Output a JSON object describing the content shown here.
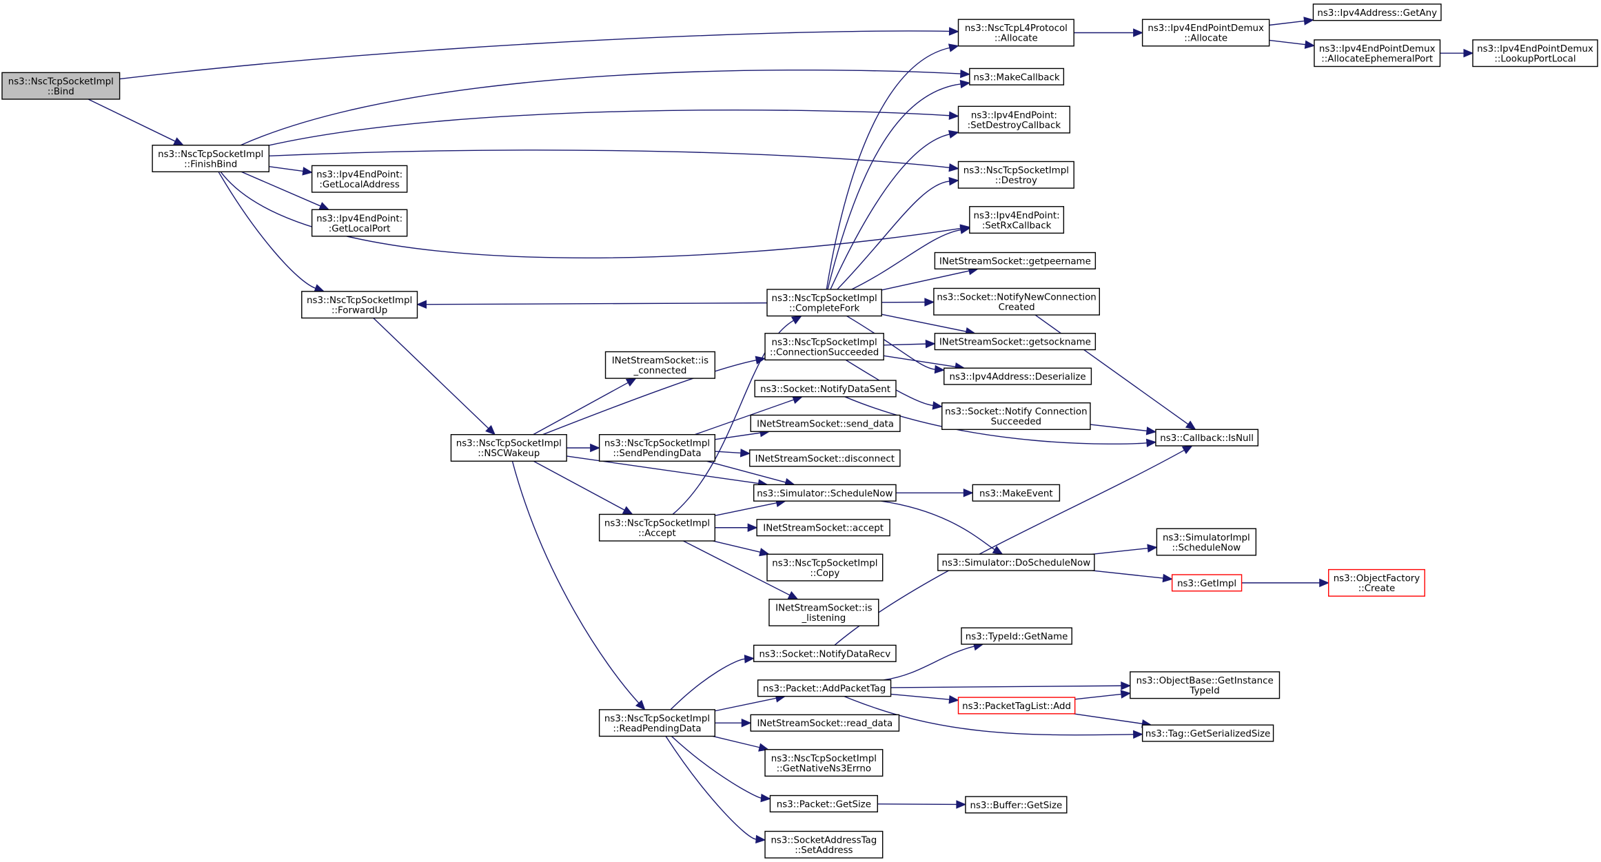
{
  "colors": {
    "edge": "#191970",
    "root_fill": "#bfbfbf",
    "truncated_border": "#ff0000",
    "node_border": "#000000"
  },
  "nodes": [
    {
      "id": "bind",
      "lines": [
        "ns3::NscTcpSocketImpl",
        "::Bind"
      ],
      "style": "root"
    },
    {
      "id": "finishbind",
      "lines": [
        "ns3::NscTcpSocketImpl",
        "::FinishBind"
      ]
    },
    {
      "id": "getlocaladdress",
      "lines": [
        "ns3::Ipv4EndPoint:",
        ":GetLocalAddress"
      ]
    },
    {
      "id": "getlocalport",
      "lines": [
        "ns3::Ipv4EndPoint:",
        ":GetLocalPort"
      ]
    },
    {
      "id": "forwardup",
      "lines": [
        "ns3::NscTcpSocketImpl",
        "::ForwardUp"
      ]
    },
    {
      "id": "nscwakeup",
      "lines": [
        "ns3::NscTcpSocketImpl",
        "::NSCWakeup"
      ]
    },
    {
      "id": "isconnected",
      "lines": [
        "INetStreamSocket::is",
        "_connected"
      ]
    },
    {
      "id": "sendpendingdata",
      "lines": [
        "ns3::NscTcpSocketImpl",
        "::SendPendingData"
      ]
    },
    {
      "id": "accept",
      "lines": [
        "ns3::NscTcpSocketImpl",
        "::Accept"
      ]
    },
    {
      "id": "readpendingdata",
      "lines": [
        "ns3::NscTcpSocketImpl",
        "::ReadPendingData"
      ]
    },
    {
      "id": "completefork",
      "lines": [
        "ns3::NscTcpSocketImpl",
        "::CompleteFork"
      ]
    },
    {
      "id": "connsucceeded",
      "lines": [
        "ns3::NscTcpSocketImpl",
        "::ConnectionSucceeded"
      ]
    },
    {
      "id": "notifydatasent",
      "lines": [
        "ns3::Socket::NotifyDataSent"
      ]
    },
    {
      "id": "senddata",
      "lines": [
        "INetStreamSocket::send_data"
      ]
    },
    {
      "id": "disconnect",
      "lines": [
        "INetStreamSocket::disconnect"
      ]
    },
    {
      "id": "schedulenow",
      "lines": [
        "ns3::Simulator::ScheduleNow"
      ]
    },
    {
      "id": "inetaccept",
      "lines": [
        "INetStreamSocket::accept"
      ]
    },
    {
      "id": "copy",
      "lines": [
        "ns3::NscTcpSocketImpl",
        "::Copy"
      ]
    },
    {
      "id": "islistening",
      "lines": [
        "INetStreamSocket::is",
        "_listening"
      ]
    },
    {
      "id": "notifydatarecv",
      "lines": [
        "ns3::Socket::NotifyDataRecv"
      ]
    },
    {
      "id": "addpackettag",
      "lines": [
        "ns3::Packet::AddPacketTag"
      ]
    },
    {
      "id": "readdata",
      "lines": [
        "INetStreamSocket::read_data"
      ]
    },
    {
      "id": "getnativeerrno",
      "lines": [
        "ns3::NscTcpSocketImpl",
        "::GetNativeNs3Errno"
      ]
    },
    {
      "id": "packetgetsize",
      "lines": [
        "ns3::Packet::GetSize"
      ]
    },
    {
      "id": "setaddress",
      "lines": [
        "ns3::SocketAddressTag",
        "::SetAddress"
      ]
    },
    {
      "id": "l4allocate",
      "lines": [
        "ns3::NscTcpL4Protocol",
        "::Allocate"
      ]
    },
    {
      "id": "makecallback",
      "lines": [
        "ns3::MakeCallback"
      ]
    },
    {
      "id": "setdestroycb",
      "lines": [
        "ns3::Ipv4EndPoint:",
        ":SetDestroyCallback"
      ]
    },
    {
      "id": "destroy",
      "lines": [
        "ns3::NscTcpSocketImpl",
        "::Destroy"
      ]
    },
    {
      "id": "setrxcb",
      "lines": [
        "ns3::Ipv4EndPoint:",
        ":SetRxCallback"
      ]
    },
    {
      "id": "getpeername",
      "lines": [
        "INetStreamSocket::getpeername"
      ]
    },
    {
      "id": "notifynewconn",
      "lines": [
        "ns3::Socket::NotifyNewConnection",
        "Created"
      ]
    },
    {
      "id": "getsockname",
      "lines": [
        "INetStreamSocket::getsockname"
      ]
    },
    {
      "id": "deserialize",
      "lines": [
        "ns3::Ipv4Address::Deserialize"
      ]
    },
    {
      "id": "notifyconnsucceeded",
      "lines": [
        "ns3::Socket::Notify Connection",
        "Succeeded"
      ]
    },
    {
      "id": "makeevent",
      "lines": [
        "ns3::MakeEvent"
      ]
    },
    {
      "id": "doschedulenow",
      "lines": [
        "ns3::Simulator::DoScheduleNow"
      ]
    },
    {
      "id": "gettypename",
      "lines": [
        "ns3::TypeId::GetName"
      ]
    },
    {
      "id": "packettaglistadd",
      "lines": [
        "ns3::PacketTagList::Add"
      ],
      "style": "trunc"
    },
    {
      "id": "buffergetsize",
      "lines": [
        "ns3::Buffer::GetSize"
      ]
    },
    {
      "id": "demuxallocate",
      "lines": [
        "ns3::Ipv4EndPointDemux",
        "::Allocate"
      ]
    },
    {
      "id": "callbackisnull",
      "lines": [
        "ns3::Callback::IsNull"
      ]
    },
    {
      "id": "simimplschedulenow",
      "lines": [
        "ns3::SimulatorImpl",
        "::ScheduleNow"
      ]
    },
    {
      "id": "getimpl",
      "lines": [
        "ns3::GetImpl"
      ],
      "style": "trunc"
    },
    {
      "id": "getinstancetypeid",
      "lines": [
        "ns3::ObjectBase::GetInstance",
        "TypeId"
      ]
    },
    {
      "id": "getserializedsize",
      "lines": [
        "ns3::Tag::GetSerializedSize"
      ]
    },
    {
      "id": "getany",
      "lines": [
        "ns3::Ipv4Address::GetAny"
      ]
    },
    {
      "id": "allocephemeral",
      "lines": [
        "ns3::Ipv4EndPointDemux",
        "::AllocateEphemeralPort"
      ]
    },
    {
      "id": "objectfactorycreate",
      "lines": [
        "ns3::ObjectFactory",
        "::Create"
      ],
      "style": "trunc"
    },
    {
      "id": "lookupportlocal",
      "lines": [
        "ns3::Ipv4EndPointDemux",
        "::LookupPortLocal"
      ]
    }
  ],
  "edges": [
    [
      "bind",
      "l4allocate"
    ],
    [
      "bind",
      "finishbind"
    ],
    [
      "finishbind",
      "makecallback"
    ],
    [
      "finishbind",
      "setdestroycb"
    ],
    [
      "finishbind",
      "destroy"
    ],
    [
      "finishbind",
      "getlocaladdress"
    ],
    [
      "finishbind",
      "getlocalport"
    ],
    [
      "finishbind",
      "setrxcb"
    ],
    [
      "finishbind",
      "forwardup"
    ],
    [
      "forwardup",
      "nscwakeup"
    ],
    [
      "nscwakeup",
      "isconnected"
    ],
    [
      "nscwakeup",
      "connsucceeded"
    ],
    [
      "nscwakeup",
      "sendpendingdata"
    ],
    [
      "nscwakeup",
      "schedulenow"
    ],
    [
      "nscwakeup",
      "accept"
    ],
    [
      "nscwakeup",
      "readpendingdata"
    ],
    [
      "sendpendingdata",
      "notifydatasent"
    ],
    [
      "sendpendingdata",
      "senddata"
    ],
    [
      "sendpendingdata",
      "disconnect"
    ],
    [
      "sendpendingdata",
      "schedulenow"
    ],
    [
      "accept",
      "completefork"
    ],
    [
      "accept",
      "schedulenow"
    ],
    [
      "accept",
      "inetaccept"
    ],
    [
      "accept",
      "copy"
    ],
    [
      "accept",
      "islistening"
    ],
    [
      "completefork",
      "forwardup"
    ],
    [
      "completefork",
      "l4allocate"
    ],
    [
      "completefork",
      "makecallback"
    ],
    [
      "completefork",
      "setdestroycb"
    ],
    [
      "completefork",
      "destroy"
    ],
    [
      "completefork",
      "setrxcb"
    ],
    [
      "completefork",
      "getpeername"
    ],
    [
      "completefork",
      "notifynewconn"
    ],
    [
      "completefork",
      "getsockname"
    ],
    [
      "completefork",
      "deserialize"
    ],
    [
      "connsucceeded",
      "getsockname"
    ],
    [
      "connsucceeded",
      "deserialize"
    ],
    [
      "connsucceeded",
      "notifyconnsucceeded"
    ],
    [
      "notifydatasent",
      "callbackisnull"
    ],
    [
      "notifynewconn",
      "callbackisnull"
    ],
    [
      "notifyconnsucceeded",
      "callbackisnull"
    ],
    [
      "notifydatarecv",
      "callbackisnull"
    ],
    [
      "schedulenow",
      "makeevent"
    ],
    [
      "schedulenow",
      "doschedulenow"
    ],
    [
      "doschedulenow",
      "simimplschedulenow"
    ],
    [
      "doschedulenow",
      "getimpl"
    ],
    [
      "getimpl",
      "objectfactorycreate"
    ],
    [
      "readpendingdata",
      "notifydatarecv"
    ],
    [
      "readpendingdata",
      "addpackettag"
    ],
    [
      "readpendingdata",
      "readdata"
    ],
    [
      "readpendingdata",
      "getnativeerrno"
    ],
    [
      "readpendingdata",
      "packetgetsize"
    ],
    [
      "readpendingdata",
      "setaddress"
    ],
    [
      "addpackettag",
      "gettypename"
    ],
    [
      "addpackettag",
      "getinstancetypeid"
    ],
    [
      "addpackettag",
      "packettaglistadd"
    ],
    [
      "addpackettag",
      "getserializedsize"
    ],
    [
      "packettaglistadd",
      "getinstancetypeid"
    ],
    [
      "packettaglistadd",
      "getserializedsize"
    ],
    [
      "packetgetsize",
      "buffergetsize"
    ],
    [
      "l4allocate",
      "demuxallocate"
    ],
    [
      "demuxallocate",
      "getany"
    ],
    [
      "demuxallocate",
      "allocephemeral"
    ],
    [
      "allocephemeral",
      "lookupportlocal"
    ]
  ]
}
